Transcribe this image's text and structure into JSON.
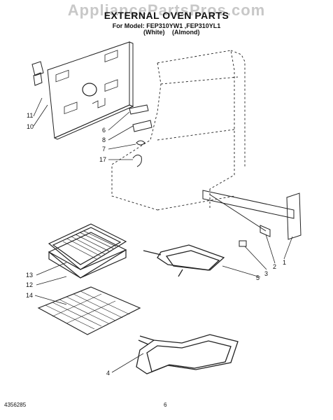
{
  "watermark": "AppliancePartsPros.com",
  "title": "EXTERNAL OVEN PARTS",
  "model_line": "For Model: FEP310YW1 ,FEP310YL1",
  "colors": [
    "(White)",
    "(Almond)"
  ],
  "callouts": {
    "c1": "1",
    "c2": "2",
    "c3": "3",
    "c4": "4",
    "c5": "5",
    "c6": "6",
    "c7": "7",
    "c8": "8",
    "c10": "10",
    "c11": "11",
    "c12": "12",
    "c13": "13",
    "c14": "14",
    "c17": "17"
  },
  "footer": {
    "doc_number": "4356285",
    "page_number": "6"
  }
}
